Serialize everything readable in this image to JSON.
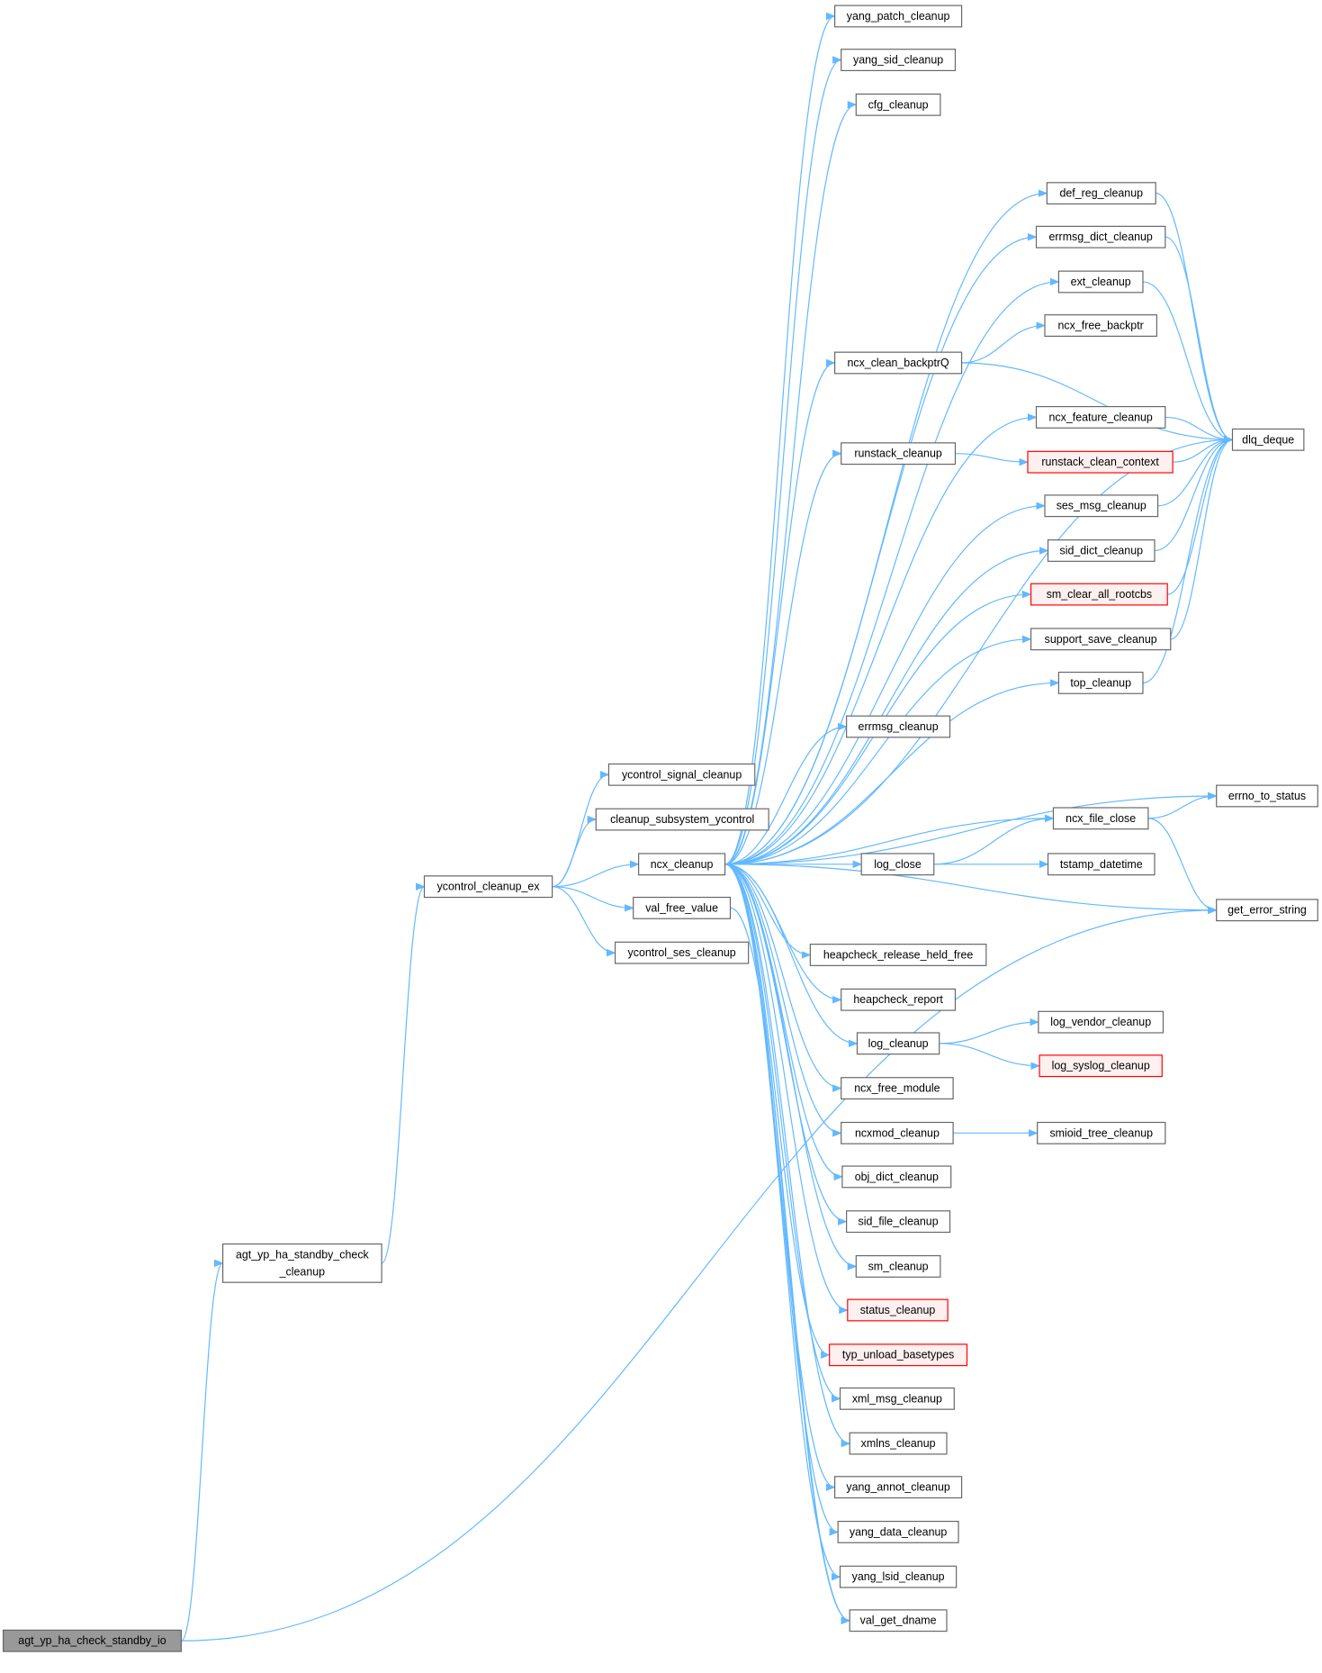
{
  "graph": {
    "nodes": [
      {
        "id": "yang_patch_cleanup",
        "label": "yang_patch_cleanup",
        "style": "normal"
      },
      {
        "id": "yang_sid_cleanup",
        "label": "yang_sid_cleanup",
        "style": "normal"
      },
      {
        "id": "cfg_cleanup",
        "label": "cfg_cleanup",
        "style": "normal"
      },
      {
        "id": "def_reg_cleanup",
        "label": "def_reg_cleanup",
        "style": "normal"
      },
      {
        "id": "errmsg_dict_cleanup",
        "label": "errmsg_dict_cleanup",
        "style": "normal"
      },
      {
        "id": "ext_cleanup",
        "label": "ext_cleanup",
        "style": "normal"
      },
      {
        "id": "ncx_free_backptr",
        "label": "ncx_free_backptr",
        "style": "normal"
      },
      {
        "id": "ncx_clean_backptrQ",
        "label": "ncx_clean_backptrQ",
        "style": "normal"
      },
      {
        "id": "ncx_feature_cleanup",
        "label": "ncx_feature_cleanup",
        "style": "normal"
      },
      {
        "id": "dlq_deque",
        "label": "dlq_deque",
        "style": "normal"
      },
      {
        "id": "runstack_cleanup",
        "label": "runstack_cleanup",
        "style": "normal"
      },
      {
        "id": "runstack_clean_context",
        "label": "runstack_clean_context",
        "style": "red"
      },
      {
        "id": "ses_msg_cleanup",
        "label": "ses_msg_cleanup",
        "style": "normal"
      },
      {
        "id": "sid_dict_cleanup",
        "label": "sid_dict_cleanup",
        "style": "normal"
      },
      {
        "id": "sm_clear_all_rootcbs",
        "label": "sm_clear_all_rootcbs",
        "style": "red"
      },
      {
        "id": "support_save_cleanup",
        "label": "support_save_cleanup",
        "style": "normal"
      },
      {
        "id": "top_cleanup",
        "label": "top_cleanup",
        "style": "normal"
      },
      {
        "id": "errmsg_cleanup",
        "label": "errmsg_cleanup",
        "style": "normal"
      },
      {
        "id": "ycontrol_signal_cleanup",
        "label": "ycontrol_signal_cleanup",
        "style": "normal"
      },
      {
        "id": "errno_to_status",
        "label": "errno_to_status",
        "style": "normal"
      },
      {
        "id": "cleanup_subsystem_ycontrol",
        "label": "cleanup_subsystem_ycontrol",
        "style": "normal"
      },
      {
        "id": "ncx_file_close",
        "label": "ncx_file_close",
        "style": "normal"
      },
      {
        "id": "ncx_cleanup",
        "label": "ncx_cleanup",
        "style": "normal"
      },
      {
        "id": "log_close",
        "label": "log_close",
        "style": "normal"
      },
      {
        "id": "tstamp_datetime",
        "label": "tstamp_datetime",
        "style": "normal"
      },
      {
        "id": "ycontrol_cleanup_ex",
        "label": "ycontrol_cleanup_ex",
        "style": "normal"
      },
      {
        "id": "val_free_value",
        "label": "val_free_value",
        "style": "normal"
      },
      {
        "id": "get_error_string",
        "label": "get_error_string",
        "style": "normal"
      },
      {
        "id": "ycontrol_ses_cleanup",
        "label": "ycontrol_ses_cleanup",
        "style": "normal"
      },
      {
        "id": "heapcheck_release_held_free",
        "label": "heapcheck_release_held_free",
        "style": "normal"
      },
      {
        "id": "heapcheck_report",
        "label": "heapcheck_report",
        "style": "normal"
      },
      {
        "id": "log_vendor_cleanup",
        "label": "log_vendor_cleanup",
        "style": "normal"
      },
      {
        "id": "log_cleanup",
        "label": "log_cleanup",
        "style": "normal"
      },
      {
        "id": "log_syslog_cleanup",
        "label": "log_syslog_cleanup",
        "style": "red"
      },
      {
        "id": "ncx_free_module",
        "label": "ncx_free_module",
        "style": "normal"
      },
      {
        "id": "ncxmod_cleanup",
        "label": "ncxmod_cleanup",
        "style": "normal"
      },
      {
        "id": "smioid_tree_cleanup",
        "label": "smioid_tree_cleanup",
        "style": "normal"
      },
      {
        "id": "obj_dict_cleanup",
        "label": "obj_dict_cleanup",
        "style": "normal"
      },
      {
        "id": "sid_file_cleanup",
        "label": "sid_file_cleanup",
        "style": "normal"
      },
      {
        "id": "agt_yp_ha_standby_check_cleanup",
        "label": "agt_yp_ha_standby_check",
        "label2": "_cleanup",
        "style": "normal"
      },
      {
        "id": "sm_cleanup",
        "label": "sm_cleanup",
        "style": "normal"
      },
      {
        "id": "status_cleanup",
        "label": "status_cleanup",
        "style": "red"
      },
      {
        "id": "typ_unload_basetypes",
        "label": "typ_unload_basetypes",
        "style": "red"
      },
      {
        "id": "xml_msg_cleanup",
        "label": "xml_msg_cleanup",
        "style": "normal"
      },
      {
        "id": "xmlns_cleanup",
        "label": "xmlns_cleanup",
        "style": "normal"
      },
      {
        "id": "yang_annot_cleanup",
        "label": "yang_annot_cleanup",
        "style": "normal"
      },
      {
        "id": "yang_data_cleanup",
        "label": "yang_data_cleanup",
        "style": "normal"
      },
      {
        "id": "yang_lsid_cleanup",
        "label": "yang_lsid_cleanup",
        "style": "normal"
      },
      {
        "id": "val_get_dname",
        "label": "val_get_dname",
        "style": "normal"
      },
      {
        "id": "agt_yp_ha_check_standby_io",
        "label": "agt_yp_ha_check_standby_io",
        "style": "root"
      }
    ],
    "edges": [
      [
        "agt_yp_ha_check_standby_io",
        "agt_yp_ha_standby_check_cleanup"
      ],
      [
        "agt_yp_ha_check_standby_io",
        "get_error_string"
      ],
      [
        "agt_yp_ha_standby_check_cleanup",
        "ycontrol_cleanup_ex"
      ],
      [
        "ycontrol_cleanup_ex",
        "ycontrol_signal_cleanup"
      ],
      [
        "ycontrol_cleanup_ex",
        "cleanup_subsystem_ycontrol"
      ],
      [
        "ycontrol_cleanup_ex",
        "ncx_cleanup"
      ],
      [
        "ycontrol_cleanup_ex",
        "val_free_value"
      ],
      [
        "ycontrol_cleanup_ex",
        "ycontrol_ses_cleanup"
      ],
      [
        "ncx_cleanup",
        "yang_patch_cleanup"
      ],
      [
        "ncx_cleanup",
        "yang_sid_cleanup"
      ],
      [
        "ncx_cleanup",
        "cfg_cleanup"
      ],
      [
        "ncx_cleanup",
        "dlq_deque"
      ],
      [
        "ncx_cleanup",
        "def_reg_cleanup"
      ],
      [
        "ncx_cleanup",
        "errmsg_dict_cleanup"
      ],
      [
        "ncx_cleanup",
        "ext_cleanup"
      ],
      [
        "ncx_cleanup",
        "ncx_clean_backptrQ"
      ],
      [
        "ncx_cleanup",
        "ncx_feature_cleanup"
      ],
      [
        "ncx_cleanup",
        "runstack_cleanup"
      ],
      [
        "ncx_cleanup",
        "ses_msg_cleanup"
      ],
      [
        "ncx_cleanup",
        "sid_dict_cleanup"
      ],
      [
        "ncx_cleanup",
        "sm_clear_all_rootcbs"
      ],
      [
        "ncx_cleanup",
        "support_save_cleanup"
      ],
      [
        "ncx_cleanup",
        "top_cleanup"
      ],
      [
        "ncx_cleanup",
        "errmsg_cleanup"
      ],
      [
        "ncx_cleanup",
        "errno_to_status"
      ],
      [
        "ncx_cleanup",
        "ncx_file_close"
      ],
      [
        "ncx_cleanup",
        "log_close"
      ],
      [
        "ncx_cleanup",
        "get_error_string"
      ],
      [
        "ncx_cleanup",
        "heapcheck_release_held_free"
      ],
      [
        "ncx_cleanup",
        "heapcheck_report"
      ],
      [
        "ncx_cleanup",
        "log_cleanup"
      ],
      [
        "ncx_cleanup",
        "ncx_free_module"
      ],
      [
        "ncx_cleanup",
        "ncxmod_cleanup"
      ],
      [
        "ncx_cleanup",
        "obj_dict_cleanup"
      ],
      [
        "ncx_cleanup",
        "sid_file_cleanup"
      ],
      [
        "ncx_cleanup",
        "sm_cleanup"
      ],
      [
        "ncx_cleanup",
        "status_cleanup"
      ],
      [
        "ncx_cleanup",
        "typ_unload_basetypes"
      ],
      [
        "ncx_cleanup",
        "xml_msg_cleanup"
      ],
      [
        "ncx_cleanup",
        "xmlns_cleanup"
      ],
      [
        "ncx_cleanup",
        "yang_annot_cleanup"
      ],
      [
        "ncx_cleanup",
        "yang_data_cleanup"
      ],
      [
        "ncx_cleanup",
        "yang_lsid_cleanup"
      ],
      [
        "ncx_cleanup",
        "val_get_dname"
      ],
      [
        "val_free_value",
        "val_get_dname"
      ],
      [
        "def_reg_cleanup",
        "dlq_deque"
      ],
      [
        "errmsg_dict_cleanup",
        "dlq_deque"
      ],
      [
        "ext_cleanup",
        "dlq_deque"
      ],
      [
        "ncx_clean_backptrQ",
        "dlq_deque"
      ],
      [
        "ncx_feature_cleanup",
        "dlq_deque"
      ],
      [
        "runstack_clean_context",
        "dlq_deque"
      ],
      [
        "ses_msg_cleanup",
        "dlq_deque"
      ],
      [
        "sid_dict_cleanup",
        "dlq_deque"
      ],
      [
        "sm_clear_all_rootcbs",
        "dlq_deque"
      ],
      [
        "support_save_cleanup",
        "dlq_deque"
      ],
      [
        "top_cleanup",
        "dlq_deque"
      ],
      [
        "ncx_clean_backptrQ",
        "ncx_free_backptr"
      ],
      [
        "runstack_cleanup",
        "runstack_clean_context"
      ],
      [
        "ncx_file_close",
        "errno_to_status"
      ],
      [
        "ncx_file_close",
        "get_error_string"
      ],
      [
        "log_close",
        "ncx_file_close"
      ],
      [
        "log_close",
        "tstamp_datetime"
      ],
      [
        "log_cleanup",
        "log_vendor_cleanup"
      ],
      [
        "log_cleanup",
        "log_syslog_cleanup"
      ],
      [
        "ncxmod_cleanup",
        "smioid_tree_cleanup"
      ]
    ]
  }
}
